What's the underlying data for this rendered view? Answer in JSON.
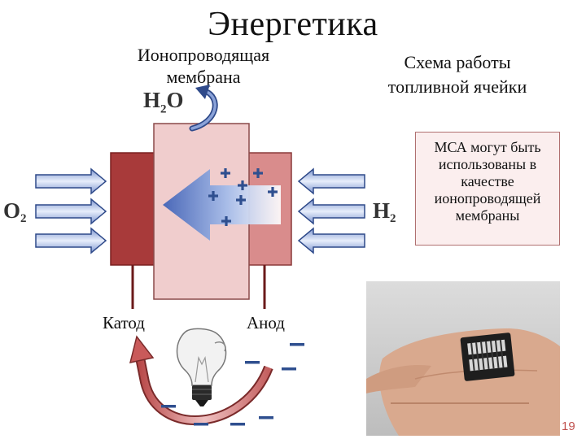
{
  "title": "Энергетика",
  "membrane_label": "Ионопроводящая мембрана",
  "scheme_label": "Схема работы топливной ячейки",
  "water": {
    "base": "H",
    "sub": "2",
    "tail": "O"
  },
  "oxygen": {
    "base": "O",
    "sub": "2"
  },
  "hydrogen": {
    "base": "H",
    "sub": "2"
  },
  "note": "МСА могут быть использованы в качестве ионопроводящей мембраны",
  "cathode_label": "Катод",
  "anode_label": "Анод",
  "page_number": "19",
  "colors": {
    "cathode": "#a83a3a",
    "membrane": "#f0cdcd",
    "anode": "#d98c8c",
    "arrow": "#3f5aa0",
    "ion_sign": "#2f4f8f",
    "electron_sign": "#2f4f8f",
    "circuit_arrow": "#c95a5a",
    "accent_page": "#c0504d"
  },
  "icons": [
    "light-bulb-icon",
    "hand-with-chip-photo"
  ]
}
